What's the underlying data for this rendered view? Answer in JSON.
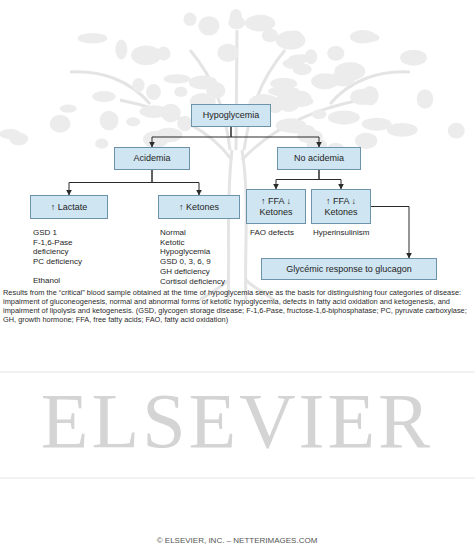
{
  "diagram": {
    "caption": "Results from the “critical” blood sample obtained at the time of hypoglycemia serve as the basis for distinguishing four categories of disease: impairment of gluconeogenesis, normal and abnormal forms of ketotic hypoglycemia, defects in fatty acid oxidation and ketogenesis, and impairment of lipolysis and ketogenesis. (GSD, glycogen storage disease; F-1,6-Pase, fructose-1,6-biphosphatase; PC, pyruvate carboxylase; GH, growth hormone; FFA, free fatty acids; FAO, fatty acid oxidation)",
    "nodes": [
      {
        "text": [
          "Hypoglycemia"
        ]
      },
      {
        "text": [
          "Acidemia"
        ]
      },
      {
        "text": [
          "No acidemia"
        ]
      },
      {
        "text": [
          "↑ Lactate"
        ]
      },
      {
        "text": [
          "↑ Ketones"
        ]
      },
      {
        "text": [
          "↑ FFA ↓ Ketones"
        ]
      },
      {
        "text": [
          "↑ FFA ↓ Ketones"
        ]
      },
      {
        "text": [
          "Glycémic response to glucagon"
        ]
      }
    ],
    "edges": [
      {
        "from": 0,
        "to": 1,
        "arrow": "to"
      },
      {
        "from": 0,
        "to": 2,
        "arrow": "to"
      },
      {
        "from": 1,
        "to": 3,
        "arrow": "to"
      },
      {
        "from": 1,
        "to": 4,
        "arrow": "to"
      },
      {
        "from": 2,
        "to": 5,
        "arrow": "to"
      },
      {
        "from": 2,
        "to": 6,
        "arrow": "to"
      },
      {
        "from": 6,
        "to": 7,
        "arrow": "to"
      }
    ],
    "labels": [
      "GSD 1",
      "F-1,6-Pase deficiency",
      "PC deficiency",
      "Ethanol",
      "Normal",
      "Ketotic Hypoglycemia",
      "GSD 0, 3, 6, 9",
      "GH deficiency",
      "Cortisol deficiency",
      "FAO defects",
      "Hyperinsulinism",
      "ELSEVIER",
      "© ELSEVIER, INC. – NETTERIMAGES.COM"
    ]
  }
}
